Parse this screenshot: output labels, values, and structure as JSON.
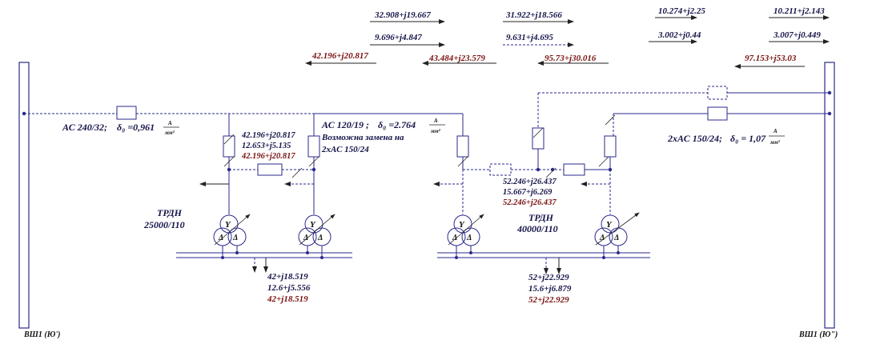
{
  "top_flows": {
    "f1": "32.908+j19.667",
    "f2": "31.922+j18.566",
    "f3": "10.274+j2.25",
    "f4": "10.211+j2.143",
    "f5": "9.696+j4.847",
    "f6": "9.631+j4.695",
    "f7": "3.002+j0.44",
    "f8": "3.007+j0.449",
    "r1": "42.196+j20.817",
    "r2": "43.484+j23.579",
    "r3": "95.73+j30.016",
    "r4": "97.153+j53.03"
  },
  "left_bus": {
    "label": "ВШ1 (Ю')"
  },
  "right_bus": {
    "label": "ВШ1 (Ю\")"
  },
  "line_left": {
    "name": "АС 240/32;",
    "delta": "δ₀ =0,961",
    "unit_num": "А",
    "unit_den": "мм²"
  },
  "line_mid": {
    "name": "АС 120/19 ;",
    "delta": "δ₀ =2.764",
    "unit_num": "А",
    "unit_den": "мм²",
    "note1": "Возможна замена на",
    "note2": "2хАС 150/24"
  },
  "line_right": {
    "name": "2хАС 150/24;",
    "delta": "δ₀ = 1,07",
    "unit_num": "А",
    "unit_den": "мм²"
  },
  "sub1": {
    "flow_a": "42.196+j20.817",
    "flow_b": "12.653+j5.135",
    "flow_c": "42.196+j20.817",
    "trans1": "ТРДН",
    "trans2": "25000/110",
    "load_a": "42+j18.519",
    "load_b": "12.6+j5.556",
    "load_c": "42+j18.519"
  },
  "sub2": {
    "flow_a": "52.246+j26.437",
    "flow_b": "15.667+j6.269",
    "flow_c": "52.246+j26.437",
    "trans1": "ТРДН",
    "trans2": "40000/110",
    "load_a": "52+j22.929",
    "load_b": "15.6+j6.879",
    "load_c": "52+j22.929"
  },
  "winding": {
    "star": "Y",
    "delta": "Δ"
  },
  "colors": {
    "wire": "#2a2a8c",
    "red_text": "#7a1010",
    "dark_text": "#14144a"
  }
}
